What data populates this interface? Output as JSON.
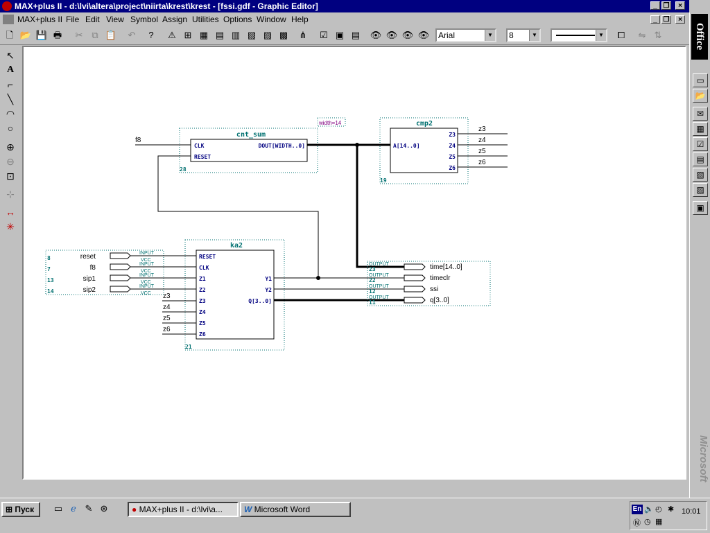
{
  "window": {
    "title": "MAX+plus II - d:\\lvi\\altera\\project\\niirta\\krest\\krest - [fssi.gdf - Graphic Editor]"
  },
  "menu": {
    "app_label": "MAX+plus II",
    "items": [
      "File",
      "Edit",
      "View",
      "Symbol",
      "Assign",
      "Utilities",
      "Options",
      "Window",
      "Help"
    ]
  },
  "toolbar": {
    "font_name": "Arial",
    "font_size": "8"
  },
  "schematic": {
    "cnt_sum": {
      "name": "cnt_sum",
      "num": "28",
      "pins": {
        "clk": "CLK",
        "reset": "RESET",
        "dout": "DOUT[WIDTH..0]"
      },
      "param": "width=14"
    },
    "cmp2": {
      "name": "cmp2",
      "num": "19",
      "pins": {
        "a": "A[14..0]",
        "z3": "Z3",
        "z4": "Z4",
        "z5": "Z5",
        "z6": "Z6"
      },
      "outs": [
        "z3",
        "z4",
        "z5",
        "z6"
      ]
    },
    "ka2": {
      "name": "ka2",
      "num": "21",
      "pins": {
        "reset": "RESET",
        "clk": "CLK",
        "z1": "Z1",
        "z2": "Z2",
        "z3": "Z3",
        "z4": "Z4",
        "z5": "Z5",
        "z6": "Z6",
        "y1": "Y1",
        "y2": "Y2",
        "q": "Q[3..0]"
      },
      "ins": [
        "z3",
        "z4",
        "z5",
        "z6"
      ]
    },
    "f8_label": "f8",
    "inputs": [
      {
        "name": "reset",
        "num": "8"
      },
      {
        "name": "f8",
        "num": "7"
      },
      {
        "name": "sip1",
        "num": "13"
      },
      {
        "name": "sip2",
        "num": "14"
      }
    ],
    "input_type": "INPUT",
    "vcc": "VCC",
    "output_type": "OUTPUT",
    "outputs": [
      {
        "name": "time[14..0]",
        "num": "23"
      },
      {
        "name": "timeclr",
        "num": "22"
      },
      {
        "name": "ssi",
        "num": "12"
      },
      {
        "name": "q[3..0]",
        "num": "11"
      }
    ]
  },
  "officebar": {
    "logo": "Office",
    "brand": "Microsoft"
  },
  "taskbar": {
    "start": "Пуск",
    "tasks": [
      "MAX+plus II - d:\\lvi\\a...",
      "Microsoft Word"
    ],
    "clock": "10:01",
    "lang": "En"
  }
}
